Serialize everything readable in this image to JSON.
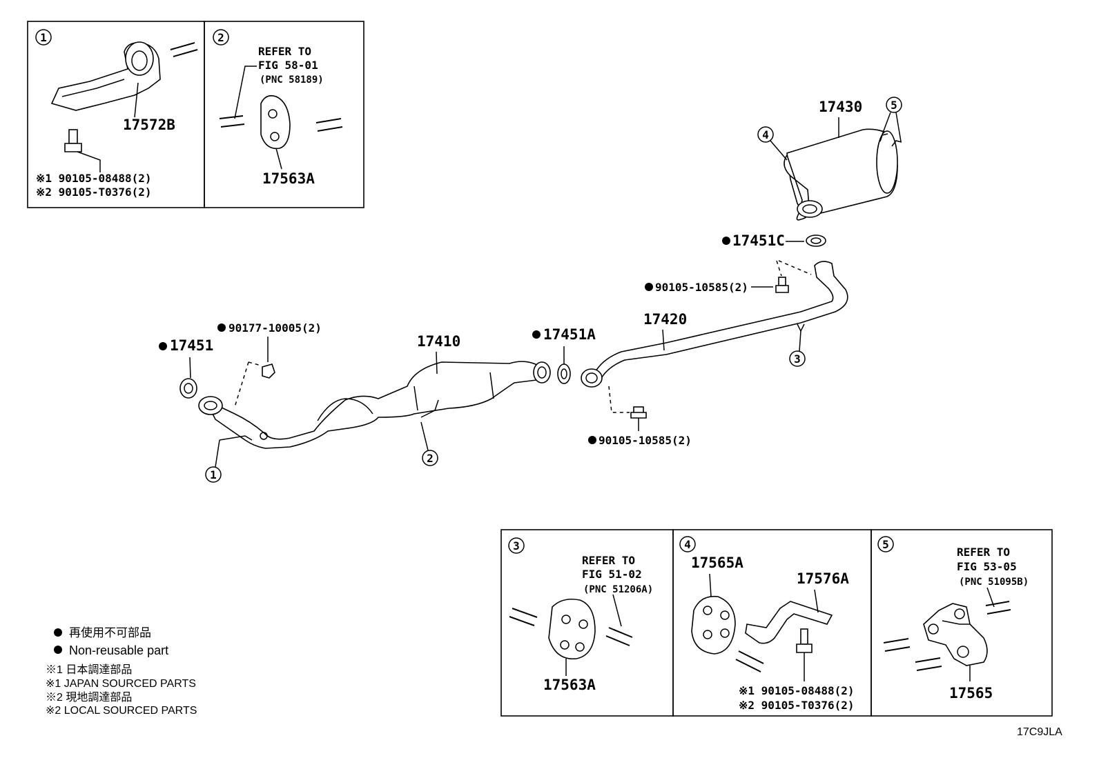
{
  "diagram": {
    "code": "17C9JLA",
    "parts": {
      "p17410": "17410",
      "p17420": "17420",
      "p17430": "17430",
      "p17451": "17451",
      "p17451A": "17451A",
      "p17451C": "17451C",
      "p90177": "90177-10005(2)",
      "p90105a": "90105-10585(2)",
      "p90105b": "90105-10585(2)"
    },
    "callouts": [
      "1",
      "2",
      "3",
      "4",
      "5"
    ],
    "insets": {
      "i1": {
        "num": "1",
        "part": "17572B",
        "bolt1": "※1 90105-08488(2)",
        "bolt2": "※2 90105-T0376(2)"
      },
      "i2": {
        "num": "2",
        "refer1": "REFER TO",
        "refer2": "FIG 58-01",
        "refer3": "(PNC 58189)",
        "part": "17563A"
      },
      "i3": {
        "num": "3",
        "refer1": "REFER TO",
        "refer2": "FIG 51-02",
        "refer3": "(PNC 51206A)",
        "part": "17563A"
      },
      "i4": {
        "num": "4",
        "partA": "17565A",
        "partB": "17576A",
        "bolt1": "※1 90105-08488(2)",
        "bolt2": "※2 90105-T0376(2)"
      },
      "i5": {
        "num": "5",
        "refer1": "REFER TO",
        "refer2": "FIG 53-05",
        "refer3": "(PNC 51095B)",
        "part": "17565"
      }
    }
  },
  "legend": {
    "l1": "再使用不可部品",
    "l2": "Non-reusable part",
    "l3": "※1  日本調達部品",
    "l4": "※1  JAPAN SOURCED PARTS",
    "l5": "※2  現地調達部品",
    "l6": "※2  LOCAL SOURCED PARTS"
  },
  "colors": {
    "ink": "#000000",
    "paper": "#ffffff"
  }
}
